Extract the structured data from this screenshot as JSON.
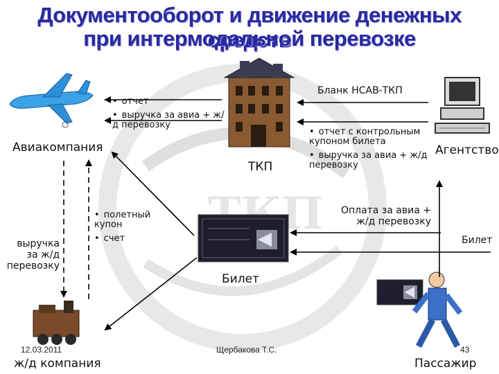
{
  "title": {
    "line1": "Документооборот и движение денежных средств",
    "line2": "при интермодальной перевозке"
  },
  "nodes": {
    "airline": "Авиакомпания",
    "tkp": "ТКП",
    "agency": "Агентство",
    "ticket": "Билет",
    "rail": "ж/д компания",
    "passenger": "Пассажир"
  },
  "flows": {
    "tkp_to_airline": [
      "отчет",
      "выручка за авиа + ж/д перевозку"
    ],
    "agency_to_tkp_top": "Бланк НСАВ-ТКП",
    "agency_to_tkp": [
      "отчет с контрольным купоном билета",
      "выручка за авиа + ж/д перевозку"
    ],
    "ticket_to_rail": [
      "полетный купон",
      "счет"
    ],
    "airline_to_rail": "выручка за ж/д перевозку",
    "passenger_to_agency": "Оплата за авиа + ж/д перевозку",
    "agency_to_ticket": "Билет"
  },
  "footer": {
    "date": "12.03.2011",
    "author": "Щербакова Т.С.",
    "page": "43"
  },
  "colors": {
    "title": "#2a2a9c",
    "arrow": "#000000",
    "watermark": "#d8d8d8",
    "plane": "#3aa2e6"
  }
}
